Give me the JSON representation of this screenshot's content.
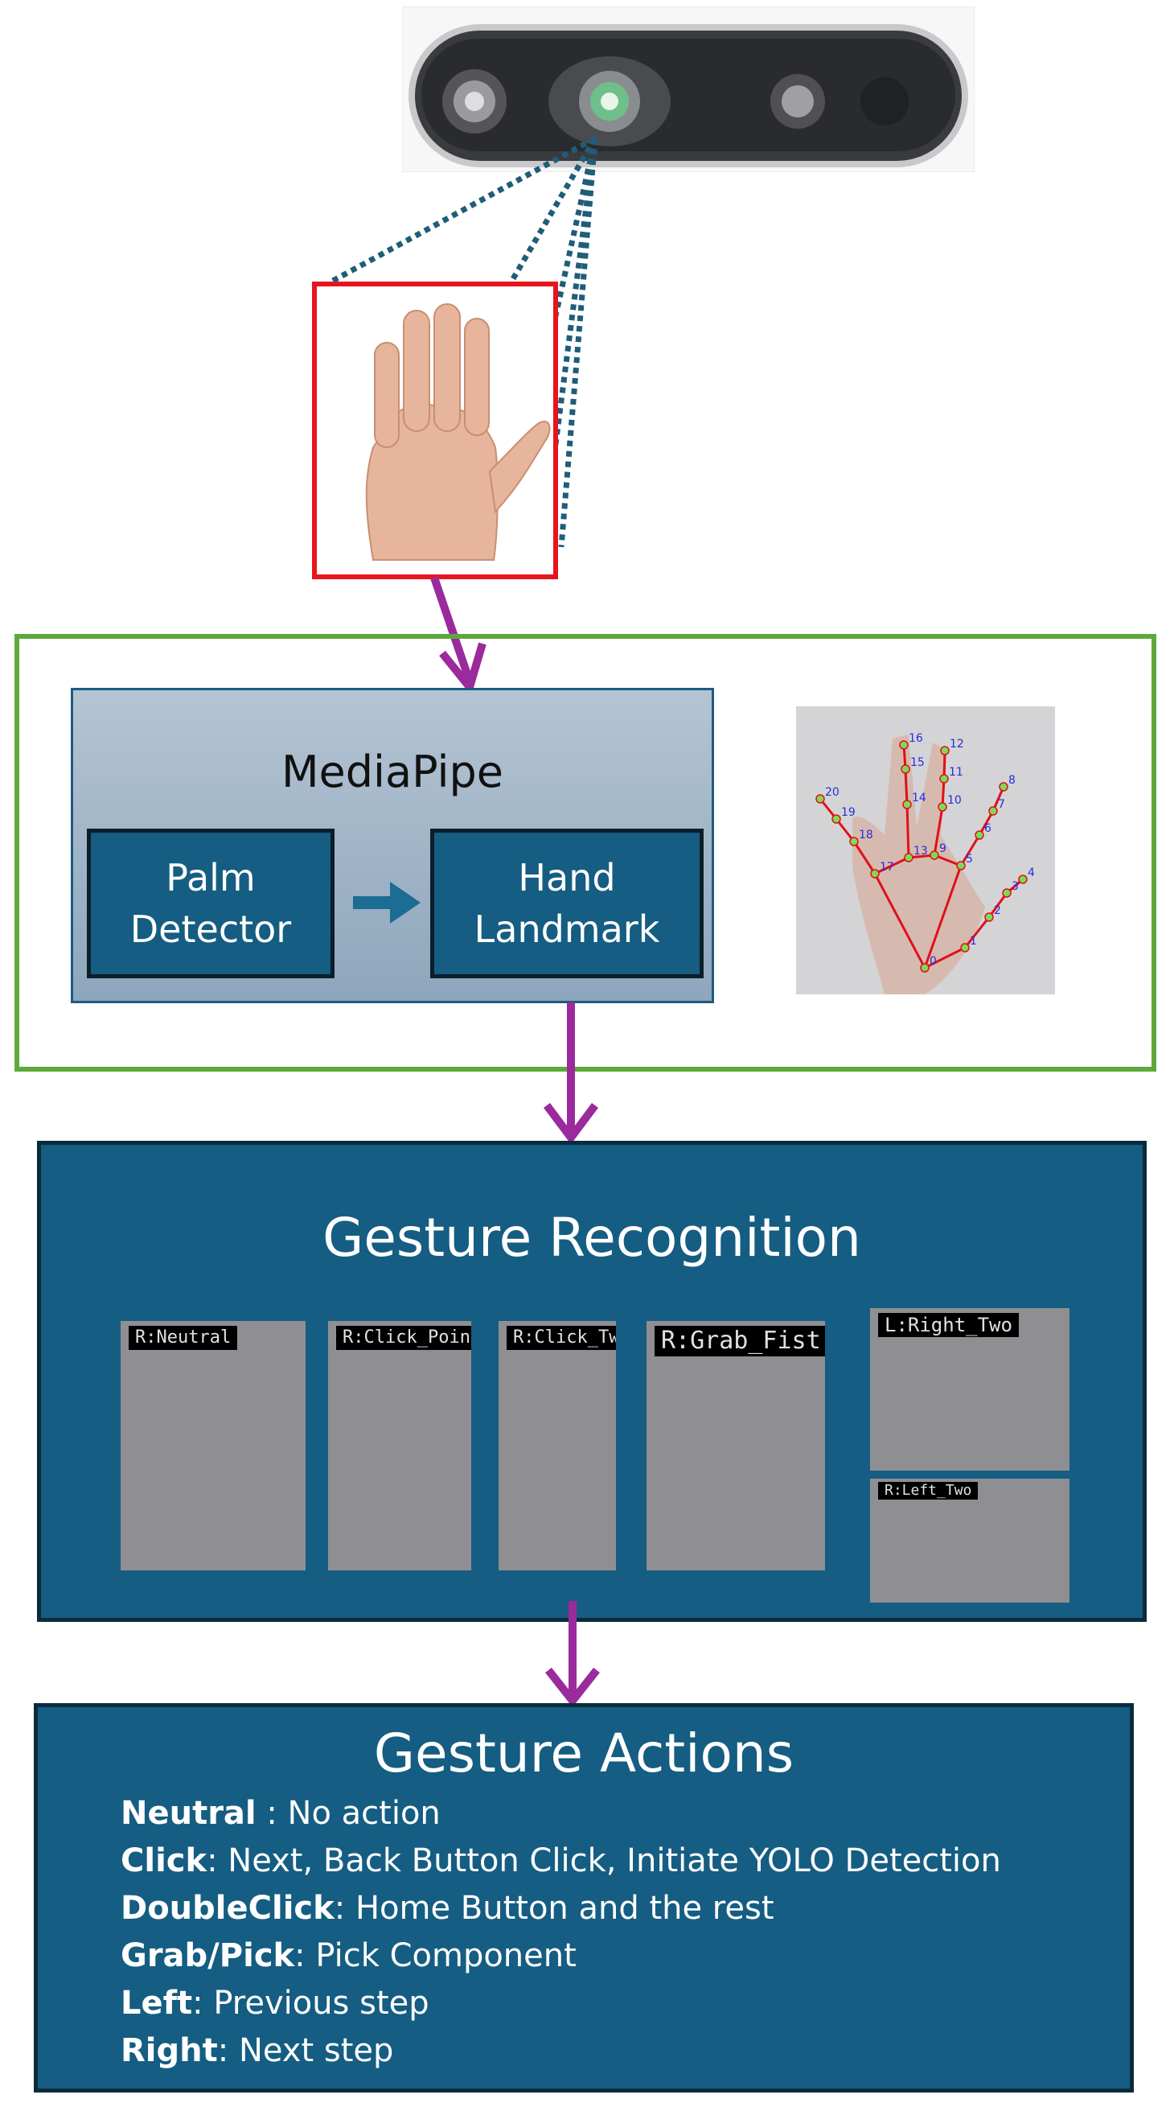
{
  "mediapipe": {
    "title": "MediaPipe",
    "palm_detector": "Palm Detector",
    "hand_landmark": "Hand Landmark"
  },
  "landmark_numbers": [
    "0",
    "1",
    "2",
    "3",
    "4",
    "5",
    "6",
    "7",
    "8",
    "9",
    "10",
    "11",
    "12",
    "13",
    "14",
    "15",
    "16",
    "17",
    "18",
    "19",
    "20"
  ],
  "recognition": {
    "title": "Gesture Recognition",
    "gestures": [
      {
        "label": "R:Neutral"
      },
      {
        "label": "R:Click_Point"
      },
      {
        "label": "R:Click_Two"
      },
      {
        "label": "R:Grab_Fist"
      },
      {
        "label": "L:Right_Two"
      },
      {
        "label": "R:Left_Two"
      }
    ]
  },
  "actions": {
    "title": "Gesture Actions",
    "items": [
      {
        "name": "Neutral",
        "sep": " : ",
        "desc": "No action"
      },
      {
        "name": "Click",
        "sep": ": ",
        "desc": "Next, Back Button Click, Initiate YOLO Detection"
      },
      {
        "name": "DoubleClick",
        "sep": ": ",
        "desc": "Home Button and the rest"
      },
      {
        "name": "Grab/Pick",
        "sep": ": ",
        "desc": "Pick Component"
      },
      {
        "name": "Left",
        "sep": ": ",
        "desc": "Previous step"
      },
      {
        "name": "Right",
        "sep": ": ",
        "desc": "Next step"
      }
    ]
  },
  "colors": {
    "input_box": "#e8141c",
    "region_border": "#5fa83a",
    "panel": "#155d82",
    "flow_arrow": "#9b2a9c",
    "camera_link": "#1f5d78"
  }
}
